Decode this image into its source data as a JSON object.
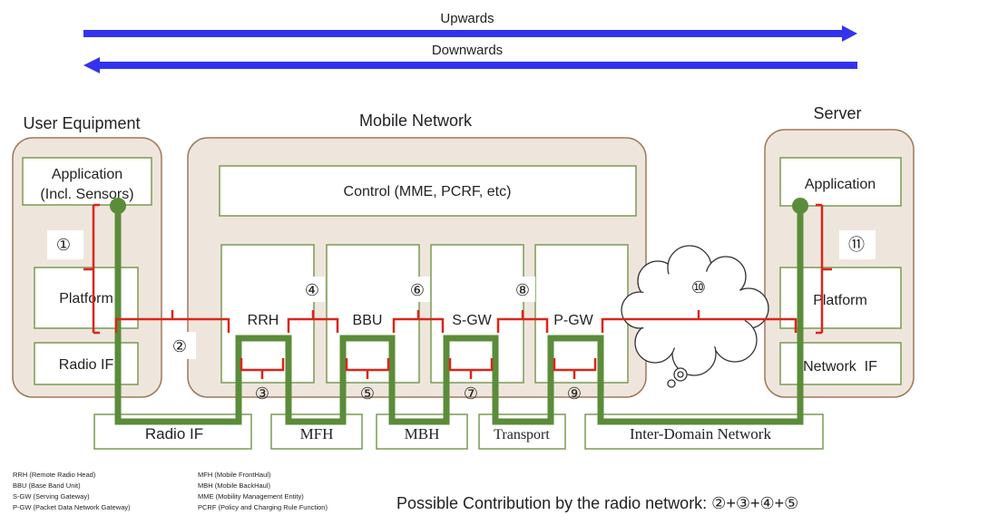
{
  "arrows": {
    "up": "Upwards",
    "down": "Downwards",
    "color": "#3333ee"
  },
  "groups": {
    "ue": "User Equipment",
    "mobile": "Mobile Network",
    "server": "Server"
  },
  "ue": {
    "app_line1": "Application",
    "app_line2": "(Incl. Sensors)",
    "platform": "Platform",
    "radio_if": "Radio IF"
  },
  "mobile": {
    "control": "Control (MME, PCRF, etc)",
    "rrh": "RRH",
    "bbu": "BBU",
    "sgw": "S-GW",
    "pgw": "P-GW"
  },
  "server": {
    "application": "Application",
    "platform": "Platform",
    "network_if": "Network  IF"
  },
  "transport_boxes": {
    "radio_if": "Radio IF",
    "mfh": "MFH",
    "mbh": "MBH",
    "transport": "Transport",
    "inter_domain": "Inter-Domain Network"
  },
  "numbers": {
    "n1": "①",
    "n2": "②",
    "n3": "③",
    "n4": "④",
    "n5": "⑤",
    "n6": "⑥",
    "n7": "⑦",
    "n8": "⑧",
    "n9": "⑨",
    "n10": "⑩",
    "n11": "⑪"
  },
  "legend_left": [
    "RRH (Remote Radio Head)",
    "BBU (Base Band Unit)",
    "S-GW (Serving Gateway)",
    "P-GW (Packet Data Network Gateway)"
  ],
  "legend_right": [
    "MFH (Mobile FrontHaul)",
    "MBH (Mobile BackHaul)",
    "MME (Mobility Management Entity)",
    "PCRF (Policy and Charging Rule Function)"
  ],
  "contribution": "Possible Contribution by the radio network: ②+③+④+⑤",
  "colors": {
    "group_fill": "#eee6dc",
    "group_stroke": "#a0785a",
    "box_stroke": "#7a9a55",
    "path_green": "#5b8c3a",
    "bracket_red": "#d9261c"
  }
}
